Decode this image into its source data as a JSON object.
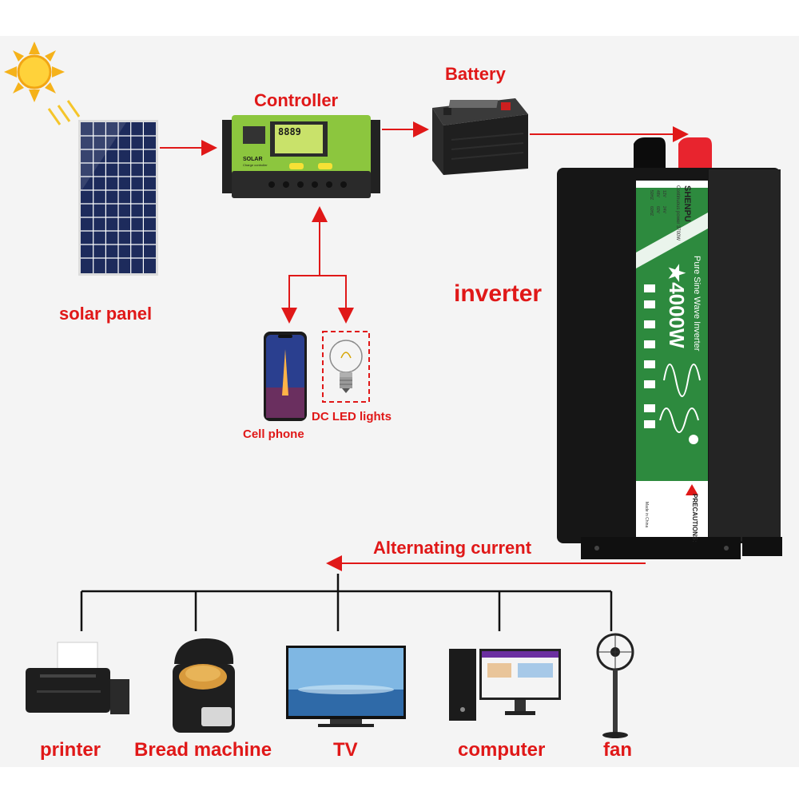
{
  "labels": {
    "solar_panel": "solar panel",
    "controller": "Controller",
    "battery": "Battery",
    "inverter": "inverter",
    "cell_phone": "Cell phone",
    "dc_led_lights": "DC LED lights",
    "alternating_current": "Alternating current",
    "printer": "printer",
    "bread_machine": "Bread machine",
    "tv": "TV",
    "computer": "computer",
    "fan": "fan"
  },
  "inverter_device": {
    "brand": "SHENPU",
    "continuous_power": "Continuous power 3700W",
    "product_line": "Pure Sine Wave Inverter",
    "power_rating": "★4000W",
    "precautions": "PRECAUTIONS:",
    "made_in": "Made in China",
    "voltage_options": [
      "12V",
      "24V",
      "48V",
      "60V",
      "50HZ",
      "60HZ"
    ]
  },
  "controller_device": {
    "lcd_readout": "8889",
    "brand": "SOLAR",
    "subtitle": "Charge controller"
  },
  "colors": {
    "label_red": "#e01818",
    "arrow_red": "#e01818",
    "connector_black": "#111111",
    "inverter_green": "#2d8a3e",
    "controller_green": "#8cc63e"
  }
}
